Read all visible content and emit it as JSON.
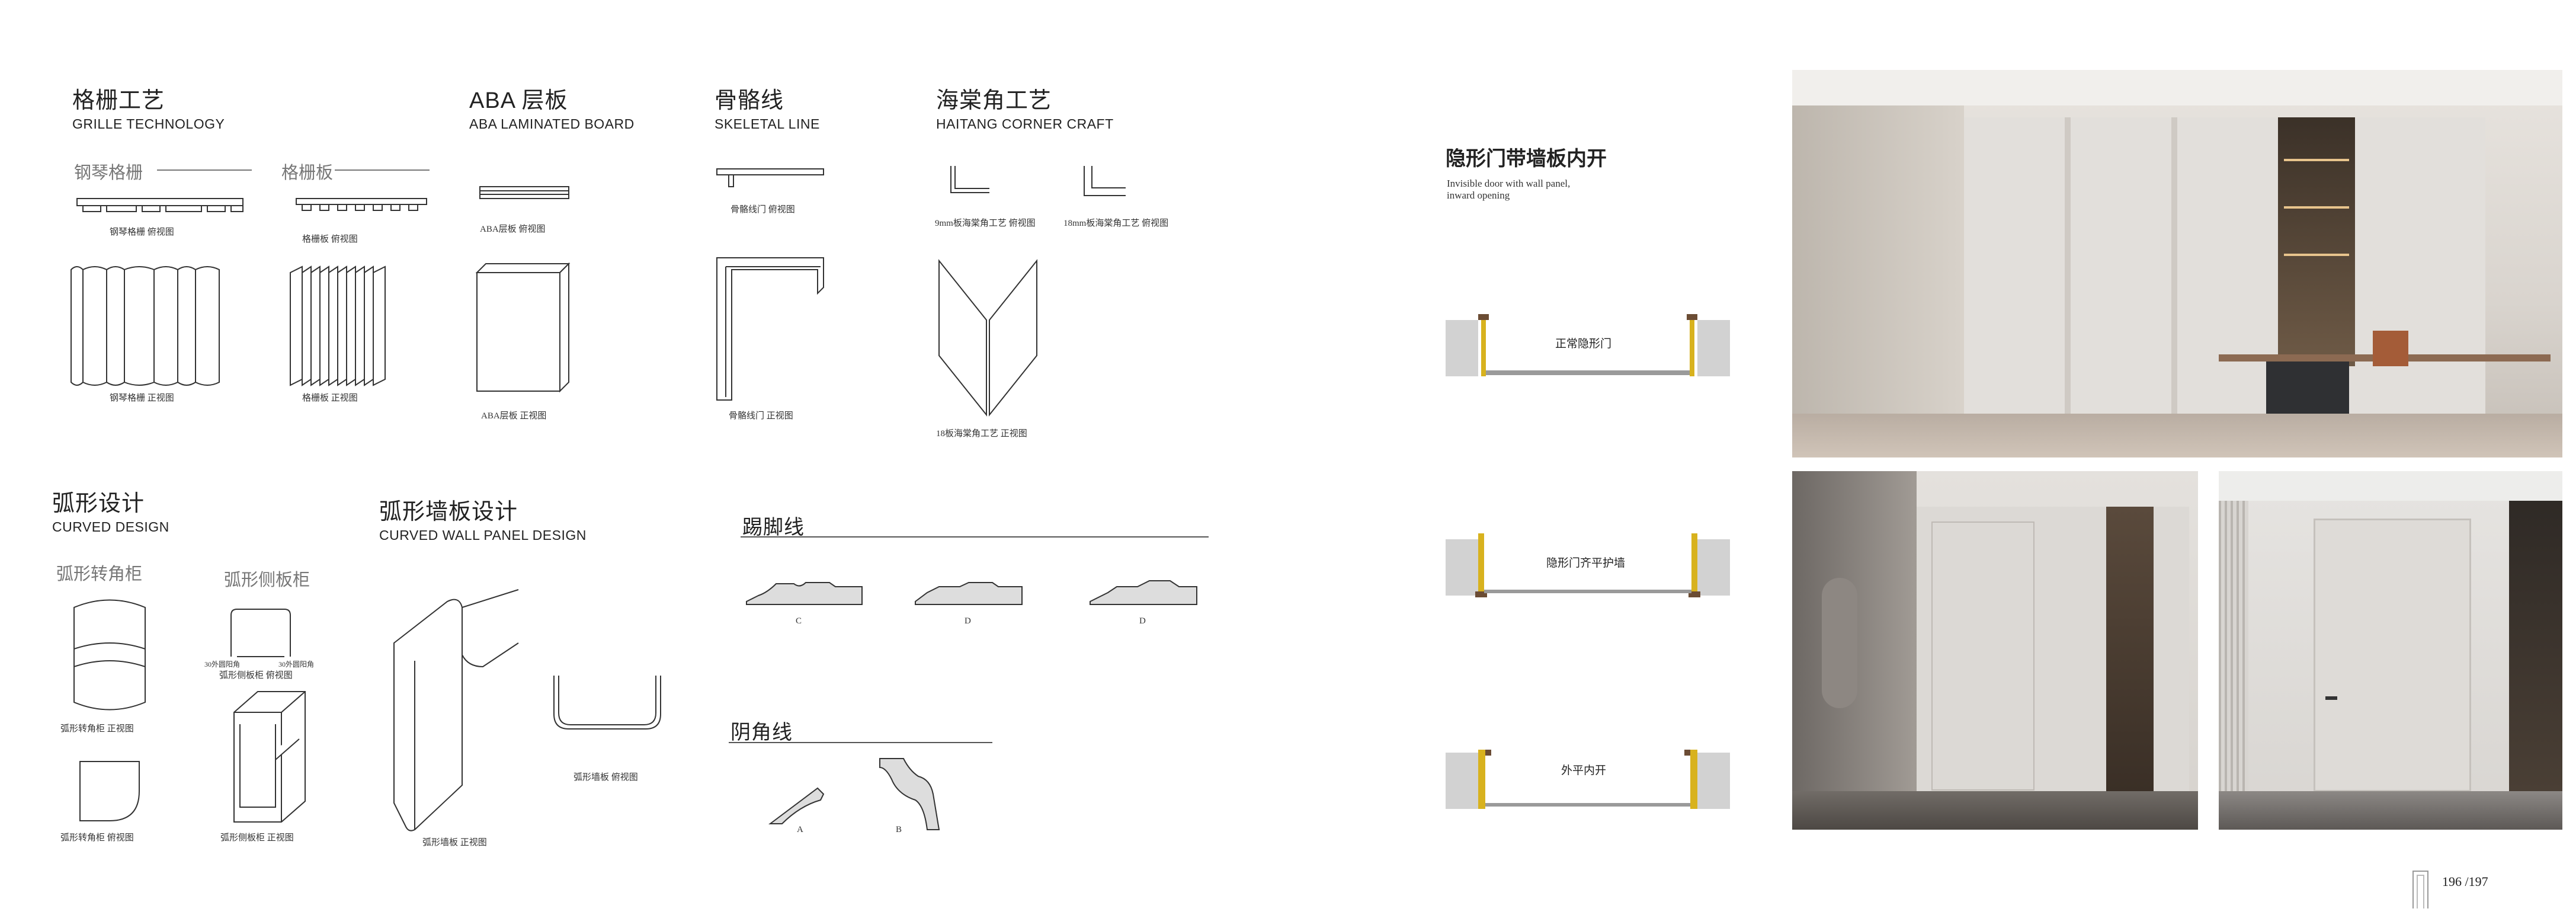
{
  "grille": {
    "title": "格栅工艺",
    "subtitle": "GRILLE TECHNOLOGY",
    "label_piano": "钢琴格栅",
    "label_board": "格栅板",
    "cap_piano_top": "钢琴格栅  俯视图",
    "cap_board_top": "格栅板  俯视图",
    "cap_piano_front": "钢琴格栅  正视图",
    "cap_board_front": "格栅板  正视图"
  },
  "aba": {
    "title": "ABA 层板",
    "subtitle": "ABA LAMINATED BOARD",
    "cap_top": "ABA层板  俯视图",
    "cap_front": "ABA层板  正视图"
  },
  "skeletal": {
    "title": "骨骼线",
    "subtitle": "SKELETAL LINE",
    "cap_top": "骨骼线门  俯视图",
    "cap_front": "骨骼线门    正视图"
  },
  "haitang": {
    "title": "海棠角工艺",
    "subtitle": "HAITANG CORNER CRAFT",
    "cap_9mm": "9mm板海棠角工艺  俯视图",
    "cap_18mm": "18mm板海棠角工艺  俯视图",
    "cap_front": "18板海棠角工艺  正视图"
  },
  "curved": {
    "title": "弧形设计",
    "subtitle": "CURVED DESIGN",
    "label_corner": "弧形转角柜",
    "label_side": "弧形侧板柜",
    "cap_corner_front": "弧形转角柜  正视图",
    "cap_corner_top": "弧形转角柜  俯视图",
    "cap_side_top": "弧形侧板柜  俯视图",
    "cap_side_front": "弧形侧板柜  正视图",
    "cap_side_r1": "30外圆阳角",
    "cap_side_r2": "30外圆阳角"
  },
  "curved_wall": {
    "title": "弧形墙板设计",
    "subtitle": "CURVED WALL PANEL DESIGN",
    "cap_front": "弧形墙板  正视图",
    "cap_top": "弧形墙板  俯视图"
  },
  "skirting": {
    "title": "踢脚线",
    "labels": [
      "C",
      "D",
      "D"
    ]
  },
  "cove": {
    "title": "阴角线",
    "labels": [
      "A",
      "B"
    ]
  },
  "invisible_door": {
    "title": "隐形门带墙板内开",
    "subtitle_en_1": "Invisible door with wall panel,",
    "subtitle_en_2": "inward opening",
    "types": [
      "正常隐形门",
      "隐形门齐平护墙",
      "外平内开"
    ]
  },
  "colors": {
    "accent_yellow": "#d8b21e",
    "wall_grey": "#d2d2d2",
    "wood_brown": "#6b4c34"
  },
  "page": {
    "numbers": "196 /197"
  }
}
